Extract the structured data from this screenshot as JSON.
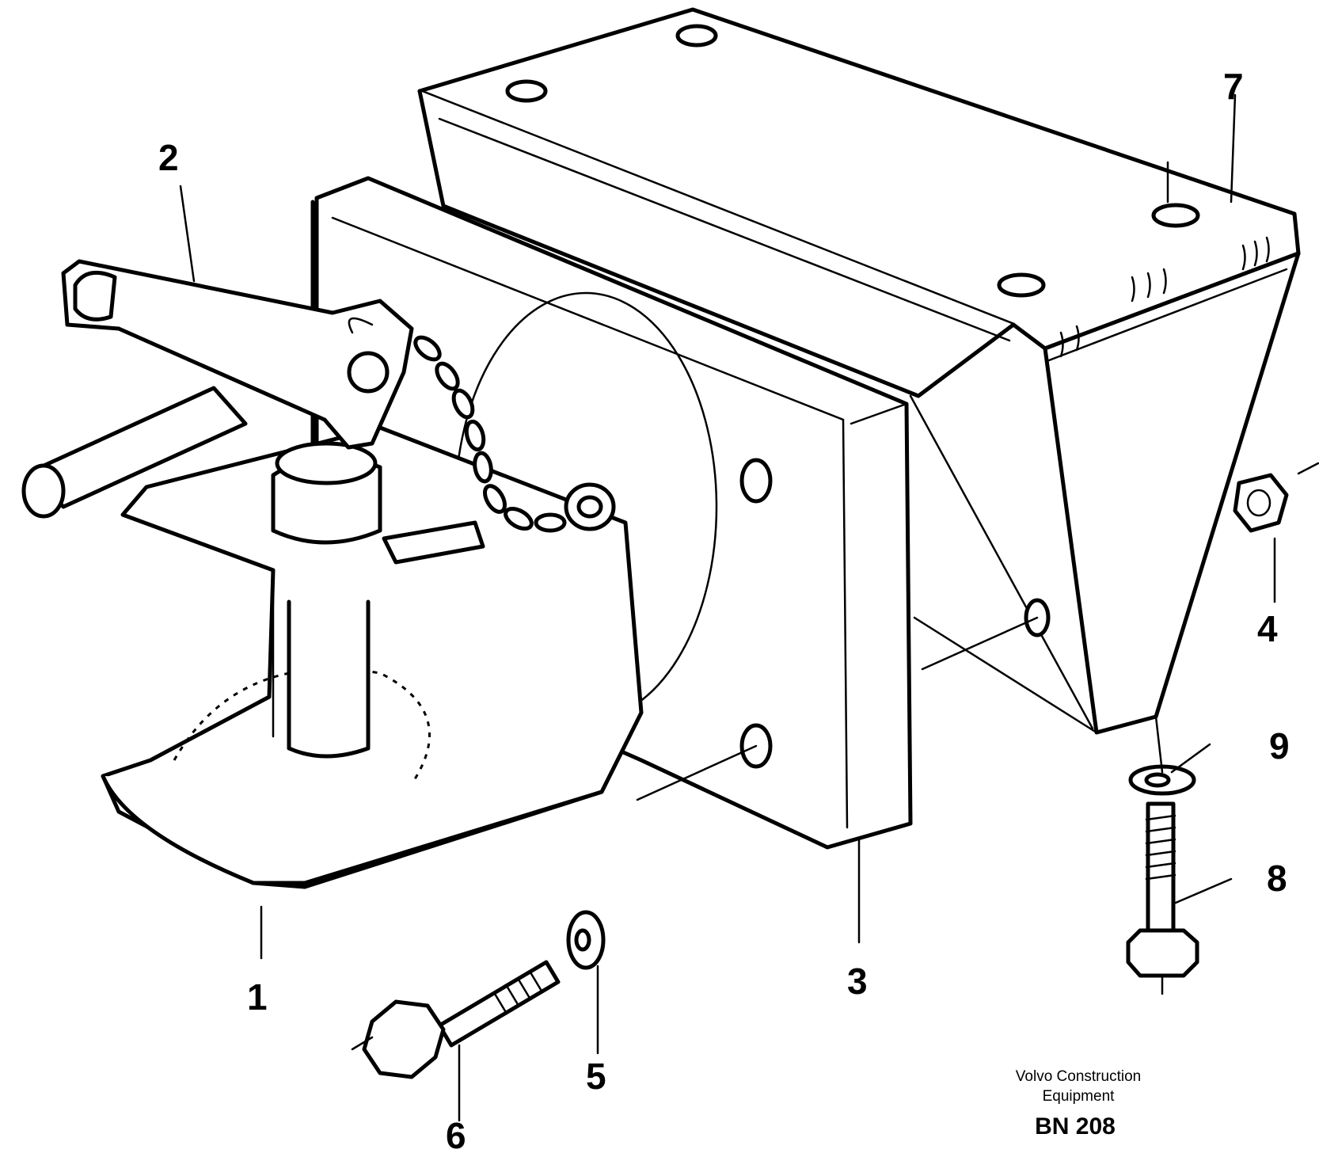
{
  "callouts": [
    {
      "id": "1",
      "label": "1"
    },
    {
      "id": "2",
      "label": "2"
    },
    {
      "id": "3",
      "label": "3"
    },
    {
      "id": "4",
      "label": "4"
    },
    {
      "id": "5",
      "label": "5"
    },
    {
      "id": "6",
      "label": "6"
    },
    {
      "id": "7",
      "label": "7"
    },
    {
      "id": "8",
      "label": "8"
    },
    {
      "id": "9",
      "label": "9"
    }
  ],
  "caption": {
    "line1": "Volvo Construction",
    "line2": "Equipment",
    "code": "BN 208"
  }
}
